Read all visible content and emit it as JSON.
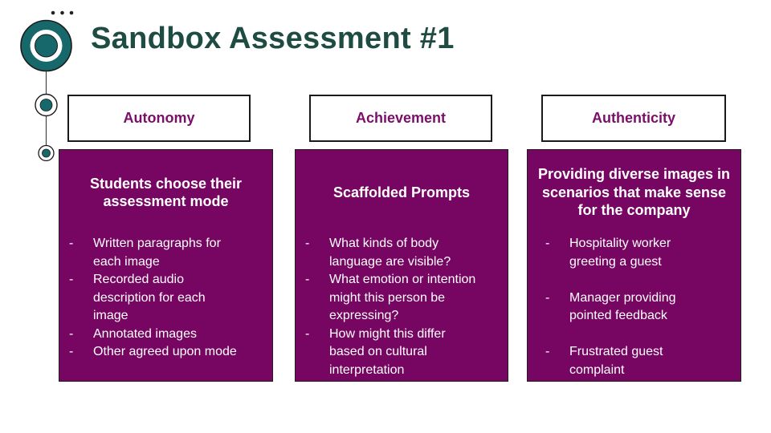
{
  "slide_title": "Sandbox Assessment #1",
  "bullet_char": "-",
  "columns": [
    {
      "header": "Autonomy",
      "card_title": "Students choose their\nassessment mode",
      "bullets": [
        "Written paragraphs for\neach image",
        "Recorded audio\ndescription for each\nimage",
        "Annotated images",
        "Other agreed upon mode"
      ]
    },
    {
      "header": "Achievement",
      "card_title": "Scaffolded Prompts",
      "bullets": [
        "What kinds of body\nlanguage are visible?",
        "What emotion or intention\nmight this person be\nexpressing?",
        "How might this differ\nbased on cultural\ninterpretation"
      ]
    },
    {
      "header": "Authenticity",
      "card_title": "Providing diverse images in\nscenarios that make sense\nfor the company",
      "bullets": [
        "Hospitality worker\ngreeting a guest",
        "Manager providing\npointed feedback",
        "Frustrated guest\ncomplaint"
      ]
    }
  ],
  "colors": {
    "card_purple": "#760662",
    "header_text_purple": "#7B0E68",
    "title_green": "#1F4C42",
    "teal_accent": "#17686A",
    "card_text": "#FFFFFF",
    "outline_black": "#1A1A1A"
  },
  "icons": {
    "ellipsis_icon": "three-dots",
    "target_icon": "concentric-circles",
    "connector_icon": "vertical-line-with-nodes"
  }
}
